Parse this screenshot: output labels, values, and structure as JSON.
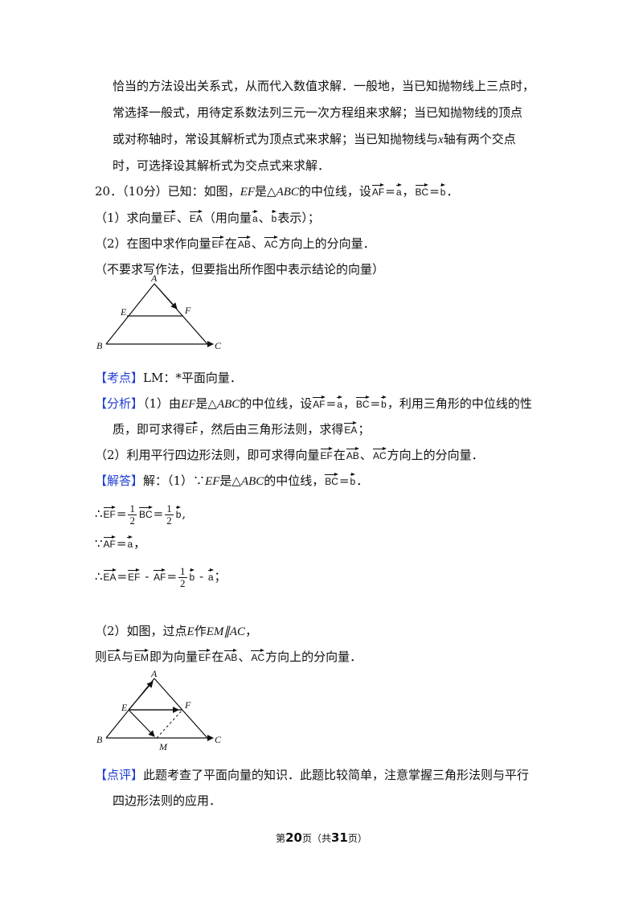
{
  "intro": {
    "line1": "恰当的方法设出关系式，从而代入数值求解．一般地，当已知抛物线上三点时，",
    "line2": "常选择一般式，用待定系数法列三元一次方程组来求解；当已知抛物线的顶点",
    "line3": "或对称轴时，常设其解析式为顶点式来求解；当已知抛物线与",
    "line3_var": "x",
    "line3_tail": "轴有两个交点",
    "line4": "时，可选择设其解析式为交点式来求解．"
  },
  "problem": {
    "number": "20．",
    "score": "（10分）已知：如图，",
    "ef": "EF",
    "is": "是△",
    "abc": "ABC",
    "midline": "的中位线，设",
    "vec_af": "AF",
    "eq": "=",
    "vec_a": "a",
    "comma": "，",
    "vec_bc": "BC",
    "vec_b": "b",
    "end": "．",
    "q1_pre": "（1）求向量",
    "vec_ef": "EF",
    "sep": "、",
    "vec_ea": "EA",
    "q1_mid": "（用向量",
    "q1_end": "表示）；",
    "q2_pre": "（2）在图中求作向量",
    "q2_in": "在",
    "vec_ab": "AB",
    "vec_ac": "AC",
    "q2_end": "方向上的分向量．",
    "note": "（不要求写作法，但要指出所作图中表示结论的向量）"
  },
  "figure1": {
    "A": "A",
    "B": "B",
    "C": "C",
    "E": "E",
    "F": "F"
  },
  "kaodian": {
    "tag": "【考点】",
    "text": "LM：*平面向量．"
  },
  "fenxi": {
    "tag": "【分析】",
    "p1": "（1）由",
    "p2": "的中位线，设",
    "p3": "，利用三角形的中位线的性",
    "line2a": "质，即可求得",
    "line2b": "，然后由三角形法则，求得",
    "line2c": "；",
    "line3a": "（2）利用平行四边形法则，即可求得向量"
  },
  "jieda": {
    "tag": "【解答】",
    "p1": "解：（1）∵",
    "p2": "的中位线，",
    "therefore": "∴",
    "because": "∵",
    "one": "1",
    "two": "2",
    "minus": " - ",
    "semi": "；",
    "step2a": "（2）如图，过点",
    "e": "E",
    "step2b": "作",
    "em_ac": "EM∥AC",
    "step2c": "则",
    "with": "与",
    "vec_em": "EM",
    "step2d": "即为向量"
  },
  "figure2": {
    "A": "A",
    "B": "B",
    "C": "C",
    "E": "E",
    "F": "F",
    "M": "M"
  },
  "dianping": {
    "tag": "【点评】",
    "line1": "此题考查了平面向量的知识．此题比较简单，注意掌握三角形法则与平行",
    "line2": "四边形法则的应用．"
  },
  "footer": {
    "pre": "第",
    "page": "20",
    "mid": "页（共",
    "total": "31",
    "post": "页）"
  }
}
